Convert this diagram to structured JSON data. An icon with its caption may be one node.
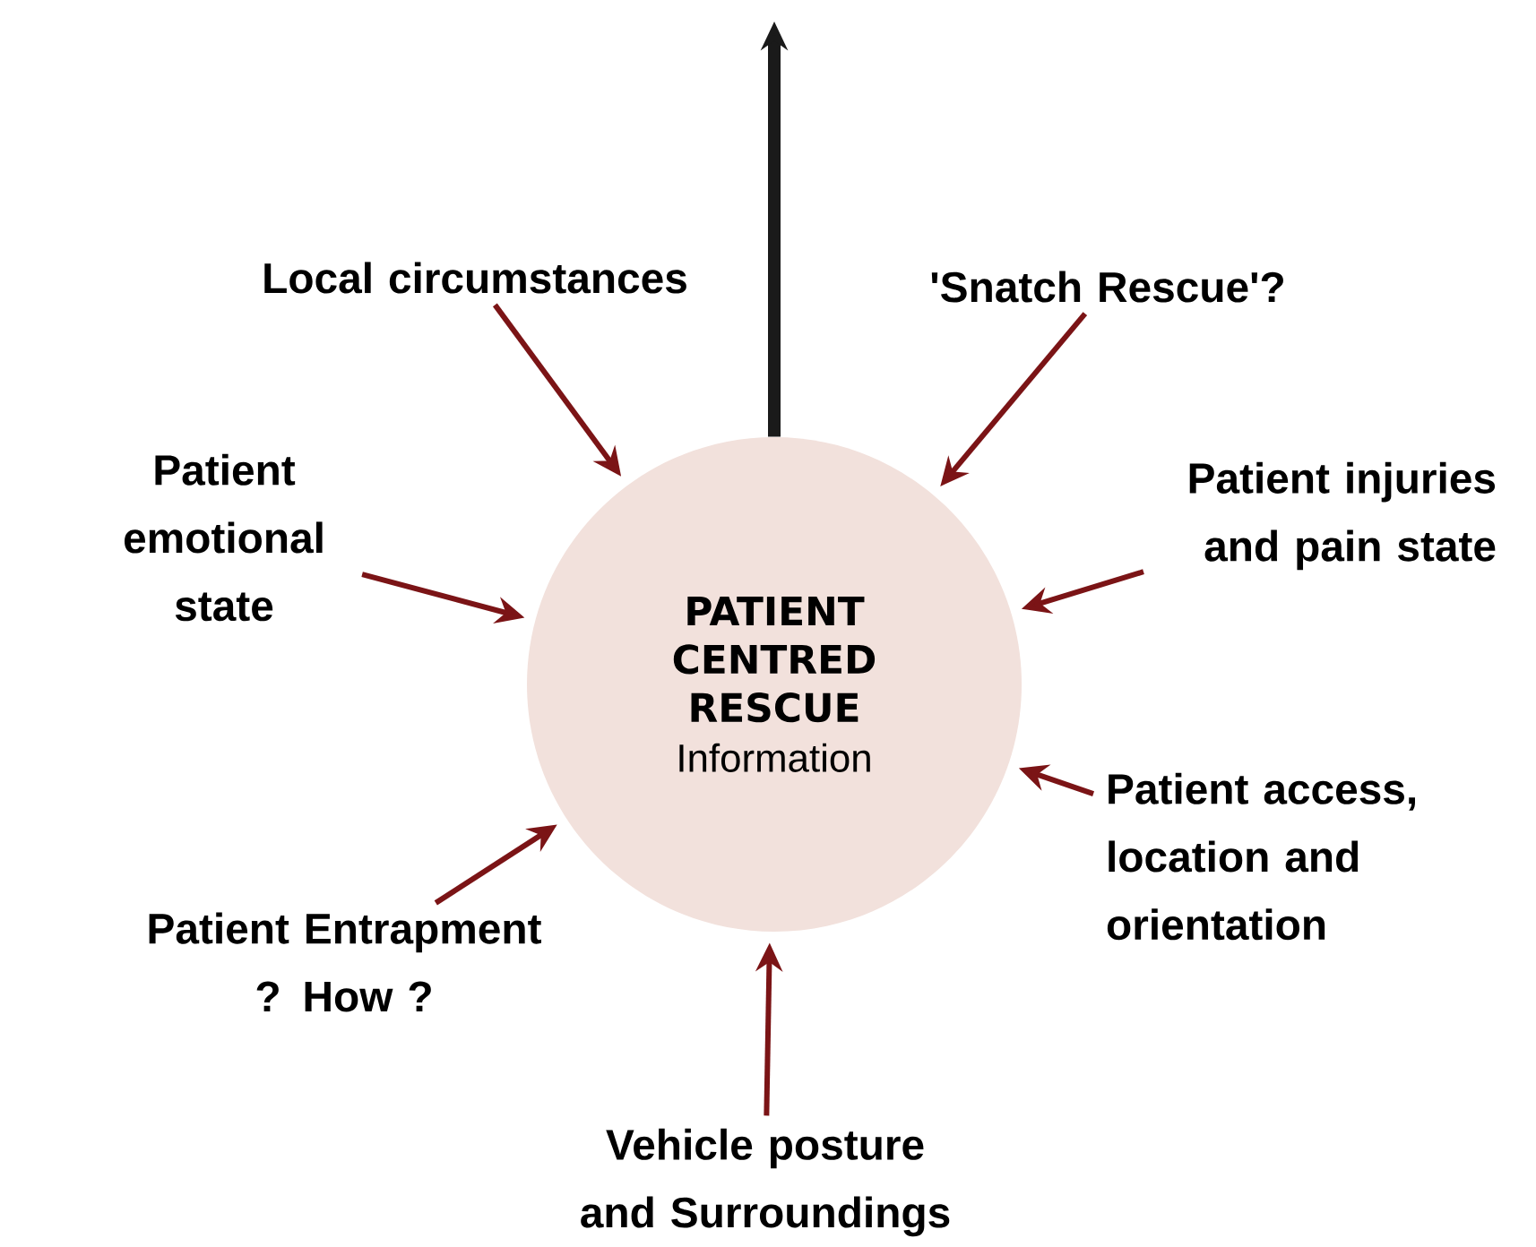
{
  "diagram": {
    "nodes": [
      {
        "text": [
          "PATIENT CENTRED RESCUE",
          "Information"
        ]
      },
      {
        "text": [
          "Local circumstances"
        ]
      },
      {
        "text": [
          "'Snatch Rescue'?"
        ]
      },
      {
        "text": [
          "Patient emotional state"
        ]
      },
      {
        "text": [
          "Patient injuries and pain state"
        ]
      },
      {
        "text": [
          "Patient access, location and orientation"
        ]
      },
      {
        "text": [
          "Patient Entrapment ? How ?"
        ]
      },
      {
        "text": [
          "Vehicle posture and Surroundings"
        ]
      }
    ],
    "edges": [
      {
        "from": 0,
        "to": null,
        "arrow": "to",
        "style": "thick",
        "color": "#1a1a1a"
      },
      {
        "from": 1,
        "to": 0,
        "arrow": "to"
      },
      {
        "from": 2,
        "to": 0,
        "arrow": "to"
      },
      {
        "from": 3,
        "to": 0,
        "arrow": "to"
      },
      {
        "from": 4,
        "to": 0,
        "arrow": "to"
      },
      {
        "from": 5,
        "to": 0,
        "arrow": "to"
      },
      {
        "from": 6,
        "to": 0,
        "arrow": "to"
      },
      {
        "from": 7,
        "to": 0,
        "arrow": "to"
      }
    ]
  }
}
